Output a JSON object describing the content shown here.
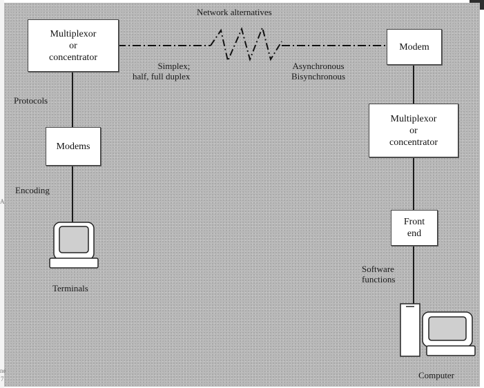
{
  "title": "Network alternatives",
  "left": {
    "multiplexor": [
      "Multiplexor",
      "or",
      "concentrator"
    ],
    "modems": "Modems",
    "protocols": "Protocols",
    "encoding": "Encoding",
    "terminals": "Terminals"
  },
  "right": {
    "modem": "Modem",
    "multiplexor": [
      "Multiplexor",
      "or",
      "concentrator"
    ],
    "front_end": [
      "Front",
      "end"
    ],
    "software_functions": [
      "Software",
      "functions"
    ],
    "computer": "Computer"
  },
  "link": {
    "duplex": [
      "Simplex;",
      "half, full duplex"
    ],
    "sync": [
      "Asynchronous",
      "Bisynchronous"
    ]
  },
  "margin_fragments": [
    "A",
    "ne",
    "7"
  ]
}
